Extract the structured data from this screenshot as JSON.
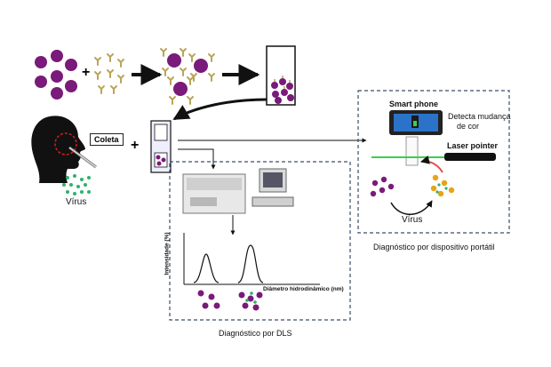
{
  "labels": {
    "collection": "Coleta",
    "virus_left": "Vírus",
    "virus_right": "Vírus",
    "smartphone": "Smart phone",
    "color_change": [
      "Detecta mudança",
      "de cor"
    ],
    "laser": "Laser pointer",
    "y_axis": "Intensidade (%)",
    "x_axis": "Diâmetro hidrodinâmico (nm)",
    "dls_caption": "Diagnóstico por DLS",
    "portable_caption": "Diagnóstico por dispositivo portátil"
  },
  "symbols": {
    "plus": "+"
  },
  "colors": {
    "nanoparticle": "#7a1a7a",
    "antibody": "#b9a55a",
    "virus": "#2db36b",
    "laser": "#38d14a",
    "phone_screen": "#2b72c9",
    "dashed_border": "#3a4e6a",
    "heart_arrow_red": "#e05050"
  }
}
